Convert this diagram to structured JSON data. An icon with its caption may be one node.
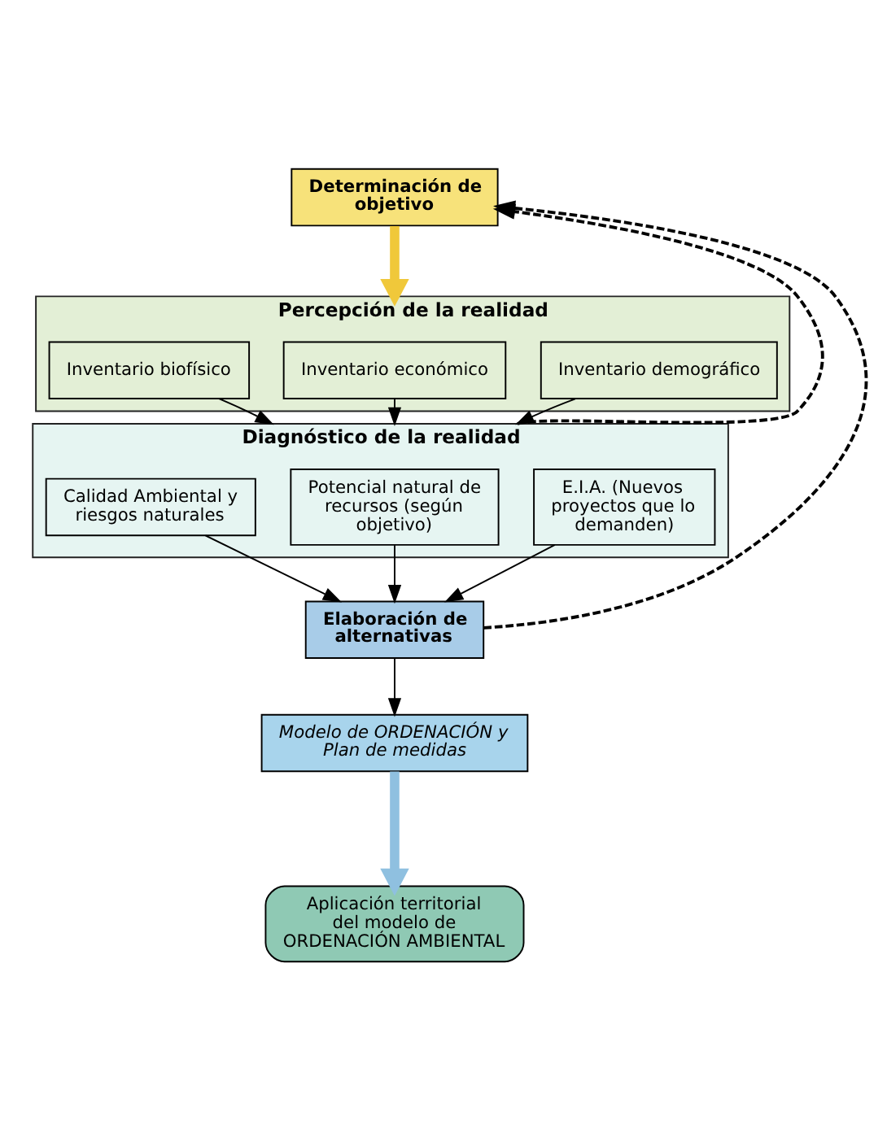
{
  "diagram": {
    "nodes": [
      {
        "text": [
          "Determinación de objetivo"
        ]
      },
      {
        "text": [
          "Percepción de la realidad"
        ]
      },
      {
        "text": [
          "Inventario biofísico"
        ],
        "in": 1
      },
      {
        "text": [
          "Inventario económico"
        ],
        "in": 1
      },
      {
        "text": [
          "Inventario demográfico"
        ],
        "in": 1
      },
      {
        "text": [
          "Diagnóstico de la realidad"
        ]
      },
      {
        "text": [
          "Calidad Ambiental y riesgos naturales"
        ],
        "in": 5
      },
      {
        "text": [
          "Potencial natural de recursos (según objetivo)"
        ],
        "in": 5
      },
      {
        "text": [
          "E.I.A. (Nuevos proyectos que lo demanden)"
        ],
        "in": 5
      },
      {
        "text": [
          "Elaboración de alternativas"
        ]
      },
      {
        "text": [
          "Modelo de ORDENACIÓN y Plan de medidas"
        ]
      },
      {
        "text": [
          "Aplicación territorial del modelo de ORDENACIÓN AMBIENTAL"
        ]
      }
    ],
    "edges": [
      {
        "from": 0,
        "to": 1,
        "arrow": "to",
        "style": "thick",
        "color": "#f0c83a"
      },
      {
        "from": 2,
        "to": 5,
        "arrow": "to"
      },
      {
        "from": 3,
        "to": 5,
        "arrow": "to"
      },
      {
        "from": 4,
        "to": 5,
        "arrow": "to"
      },
      {
        "from": 5,
        "to": 0,
        "arrow": "to",
        "style": "dashed"
      },
      {
        "from": 6,
        "to": 9,
        "arrow": "to"
      },
      {
        "from": 7,
        "to": 9,
        "arrow": "to"
      },
      {
        "from": 8,
        "to": 9,
        "arrow": "to"
      },
      {
        "from": 9,
        "to": 0,
        "arrow": "to",
        "style": "dashed"
      },
      {
        "from": 9,
        "to": 10,
        "arrow": "to"
      },
      {
        "from": 10,
        "to": 11,
        "arrow": "to",
        "style": "thick",
        "color": "#8fc0e0"
      }
    ]
  }
}
